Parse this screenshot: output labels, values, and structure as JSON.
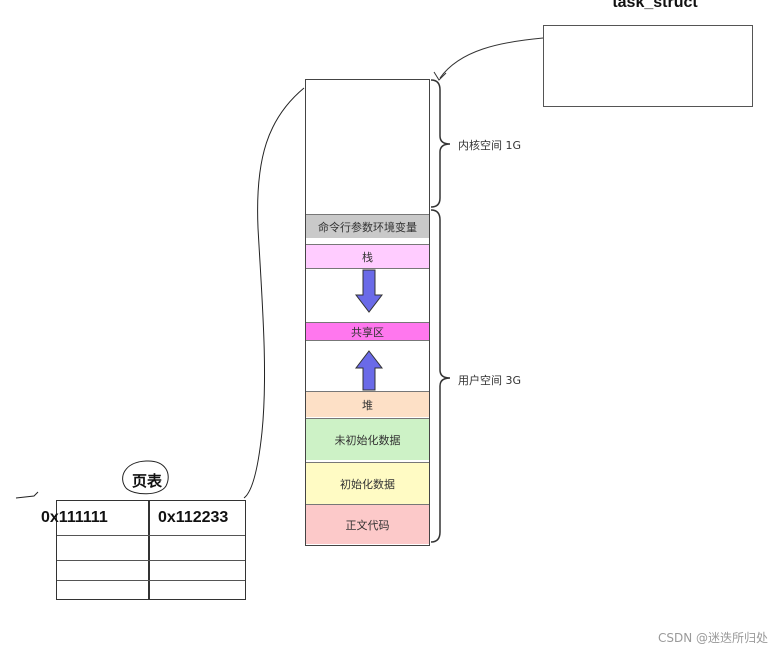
{
  "task_struct": {
    "title": "task_struct"
  },
  "memory": {
    "segments": [
      {
        "label": "",
        "color": "#ffffff"
      },
      {
        "label": "命令行参数环境变量",
        "color": "#c9c9c9"
      },
      {
        "label": "栈",
        "color": "#ffccff"
      },
      {
        "label": "",
        "color": "#ffffff"
      },
      {
        "label": "共享区",
        "color": "#ff77ee"
      },
      {
        "label": "",
        "color": "#ffffff"
      },
      {
        "label": "堆",
        "color": "#fde0c6"
      },
      {
        "label": "未初始化数据",
        "color": "#cdf2c6"
      },
      {
        "label": "初始化数据",
        "color": "#fffbc4"
      },
      {
        "label": "正文代码",
        "color": "#fcc9c9"
      }
    ],
    "kernel_label": "内核空间 1G",
    "user_label": "用户空间 3G",
    "arrow_color": "#6a6ae8"
  },
  "page_table": {
    "title": "页表",
    "virtual_addr": "0x111111",
    "physical_addr": "0x112233"
  },
  "watermark": "CSDN @迷迭所归处"
}
